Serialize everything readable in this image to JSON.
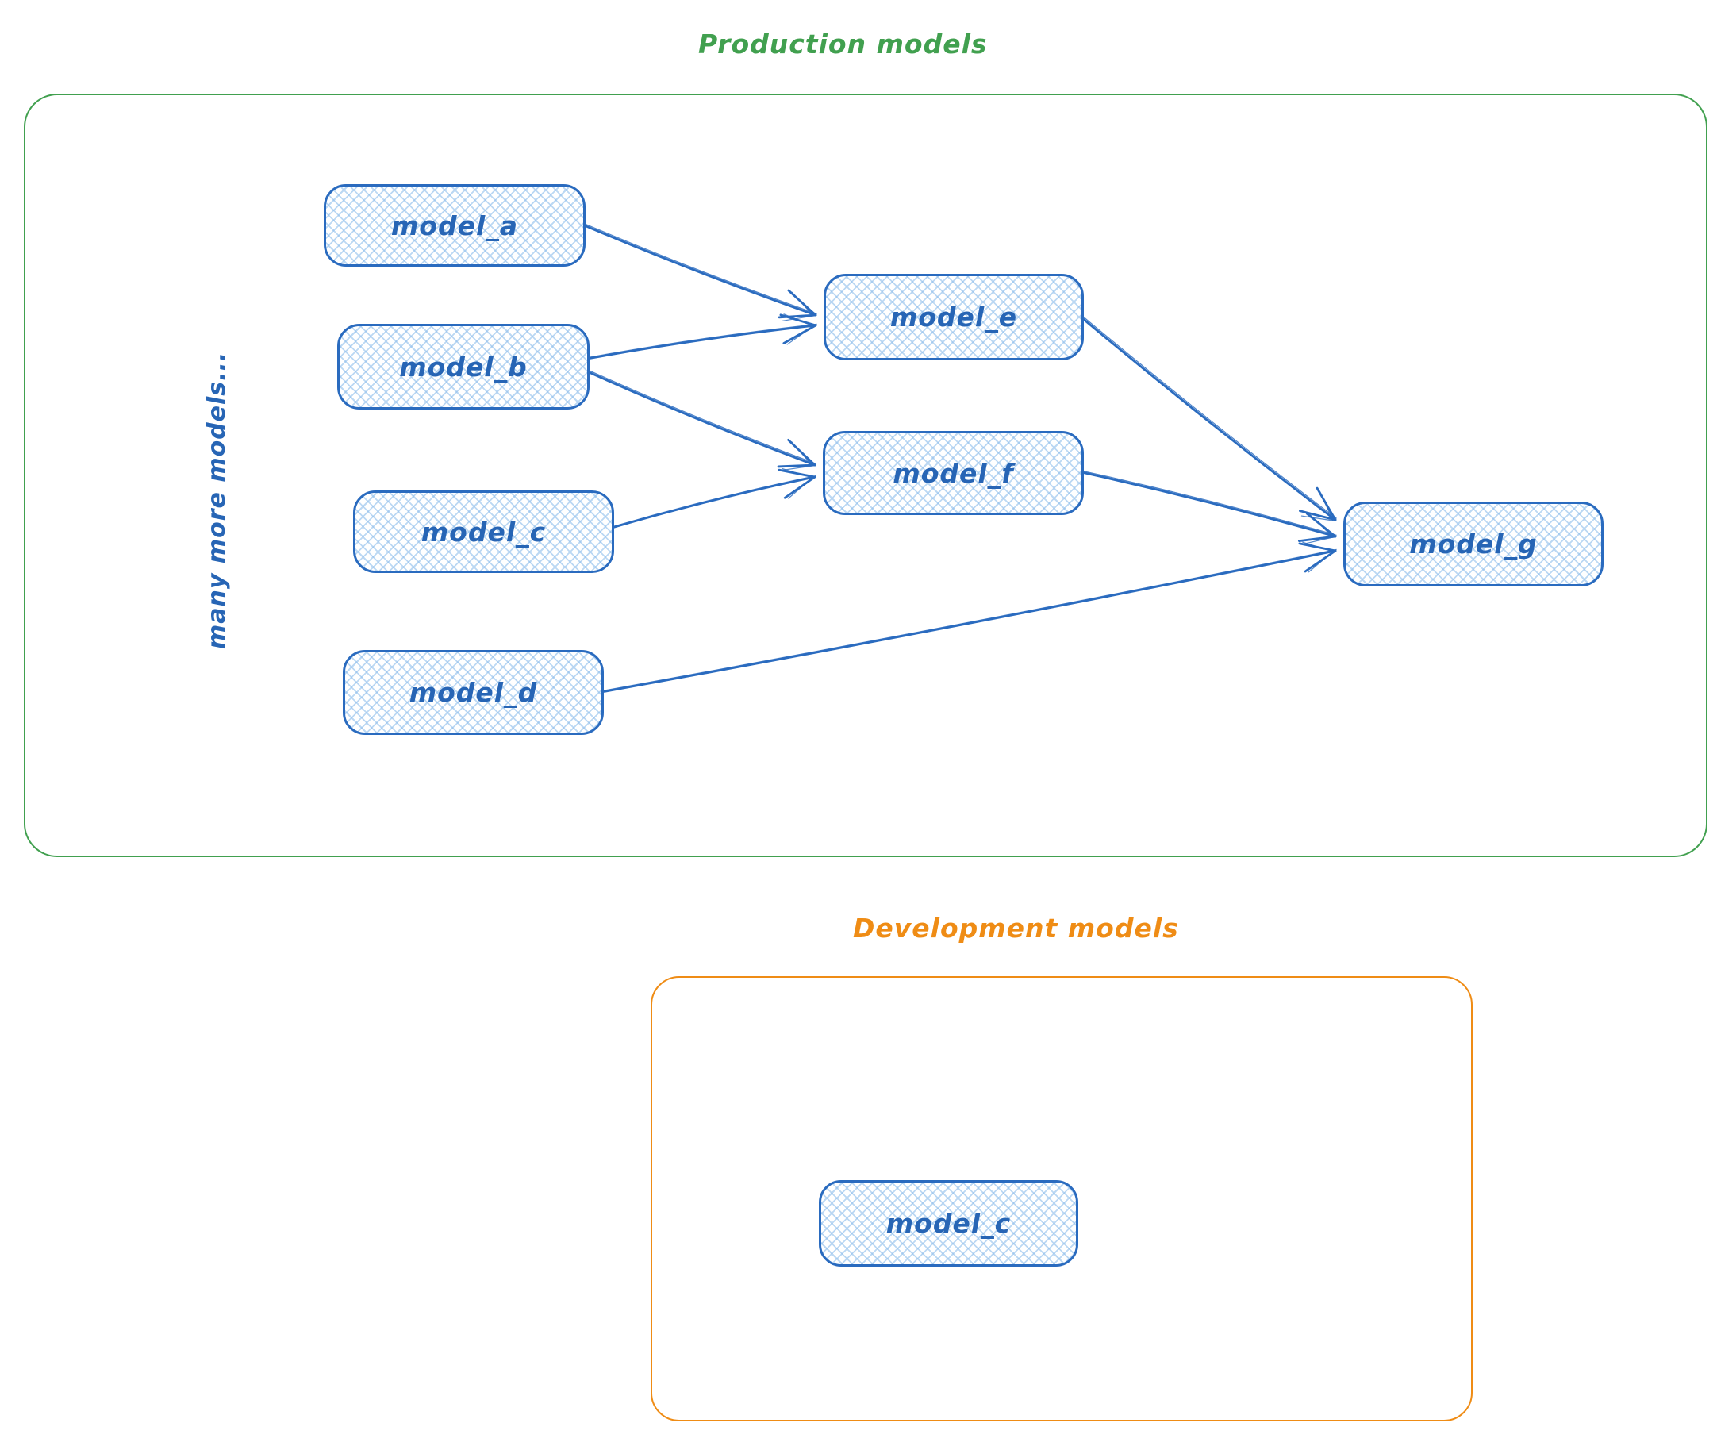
{
  "diagram": {
    "style": {
      "node_stroke": "#2a6bbf",
      "node_fill_hatch": "#a5d8ff",
      "production_accent": "#41a04f",
      "development_accent": "#ef8c15"
    },
    "production": {
      "title": "Production models",
      "side_label": "many more models...",
      "nodes": [
        {
          "id": "a",
          "label": "model_a"
        },
        {
          "id": "b",
          "label": "model_b"
        },
        {
          "id": "c",
          "label": "model_c"
        },
        {
          "id": "d",
          "label": "model_d"
        },
        {
          "id": "e",
          "label": "model_e"
        },
        {
          "id": "f",
          "label": "model_f"
        },
        {
          "id": "g",
          "label": "model_g"
        }
      ],
      "edges": [
        {
          "from": "a",
          "to": "e"
        },
        {
          "from": "b",
          "to": "e"
        },
        {
          "from": "b",
          "to": "f"
        },
        {
          "from": "c",
          "to": "f"
        },
        {
          "from": "e",
          "to": "g"
        },
        {
          "from": "f",
          "to": "g"
        },
        {
          "from": "d",
          "to": "g"
        }
      ]
    },
    "development": {
      "title": "Development models",
      "nodes": [
        {
          "id": "c_dev",
          "label": "model_c"
        }
      ]
    }
  }
}
